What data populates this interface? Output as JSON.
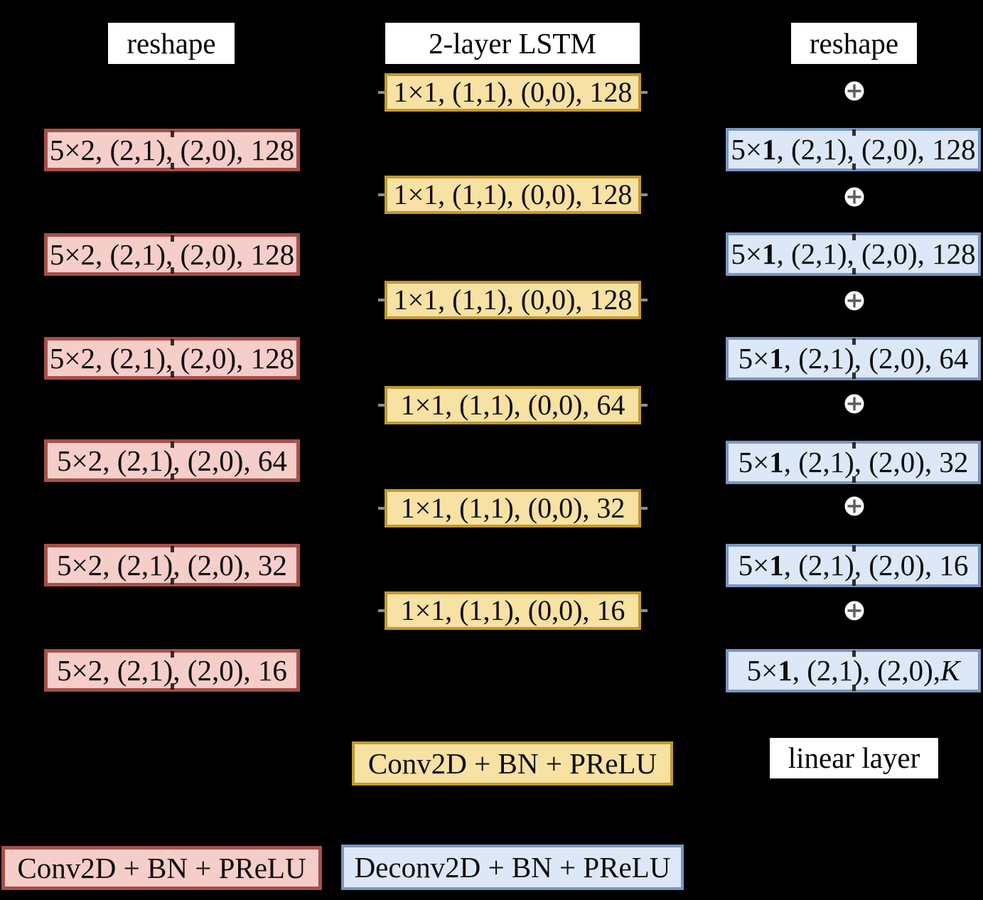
{
  "figure": {
    "background": "#000000",
    "encoder": {
      "header": "reshape",
      "fill": "#f5cdc9",
      "border": "#a65048",
      "boxes": [
        "5×2, (2,1), (2,0), 128",
        "5×2, (2,1), (2,0), 128",
        "5×2, (2,1), (2,0), 128",
        "5×2, (2,1), (2,0), 64",
        "5×2, (2,1), (2,0), 32",
        "5×2, (2,1), (2,0), 16"
      ]
    },
    "bottleneck": {
      "header": "2-layer LSTM",
      "fill": "#f7e1a3",
      "border": "#bf9a33",
      "boxes": [
        "1×1, (1,1), (0,0), 128",
        "1×1, (1,1), (0,0), 128",
        "1×1, (1,1), (0,0), 128",
        "1×1, (1,1), (0,0), 64",
        "1×1, (1,1), (0,0), 32",
        "1×1, (1,1), (0,0), 16"
      ]
    },
    "decoder": {
      "header": "reshape",
      "fill": "#dce8f7",
      "border": "#7a96c2",
      "sum_icon": {
        "name": "circled-plus",
        "circle": "#ffffff",
        "cross": "#5c5c5c"
      },
      "boxes": [
        {
          "prefix": "5×",
          "bold": "1",
          "rest": ", (2,1), (2,0), 128"
        },
        {
          "prefix": "5×",
          "bold": "1",
          "rest": ", (2,1), (2,0), 128"
        },
        {
          "prefix": "5×",
          "bold": "1",
          "rest": ", (2,1), (2,0), 64"
        },
        {
          "prefix": "5×",
          "bold": "1",
          "rest": ", (2,1), (2,0), 32"
        },
        {
          "prefix": "5×",
          "bold": "1",
          "rest": ", (2,1), (2,0), 16"
        },
        {
          "prefix": "5×",
          "bold": "1",
          "rest": ", (2,1), (2,0), ",
          "italic": "K"
        }
      ]
    },
    "footer": {
      "linear_layer": "linear layer",
      "legend_conv": "Conv2D + BN + PReLU",
      "legend_pointwise_conv": "Conv2D + BN + PReLU",
      "legend_deconv": "Deconv2D + BN + PReLU"
    }
  }
}
